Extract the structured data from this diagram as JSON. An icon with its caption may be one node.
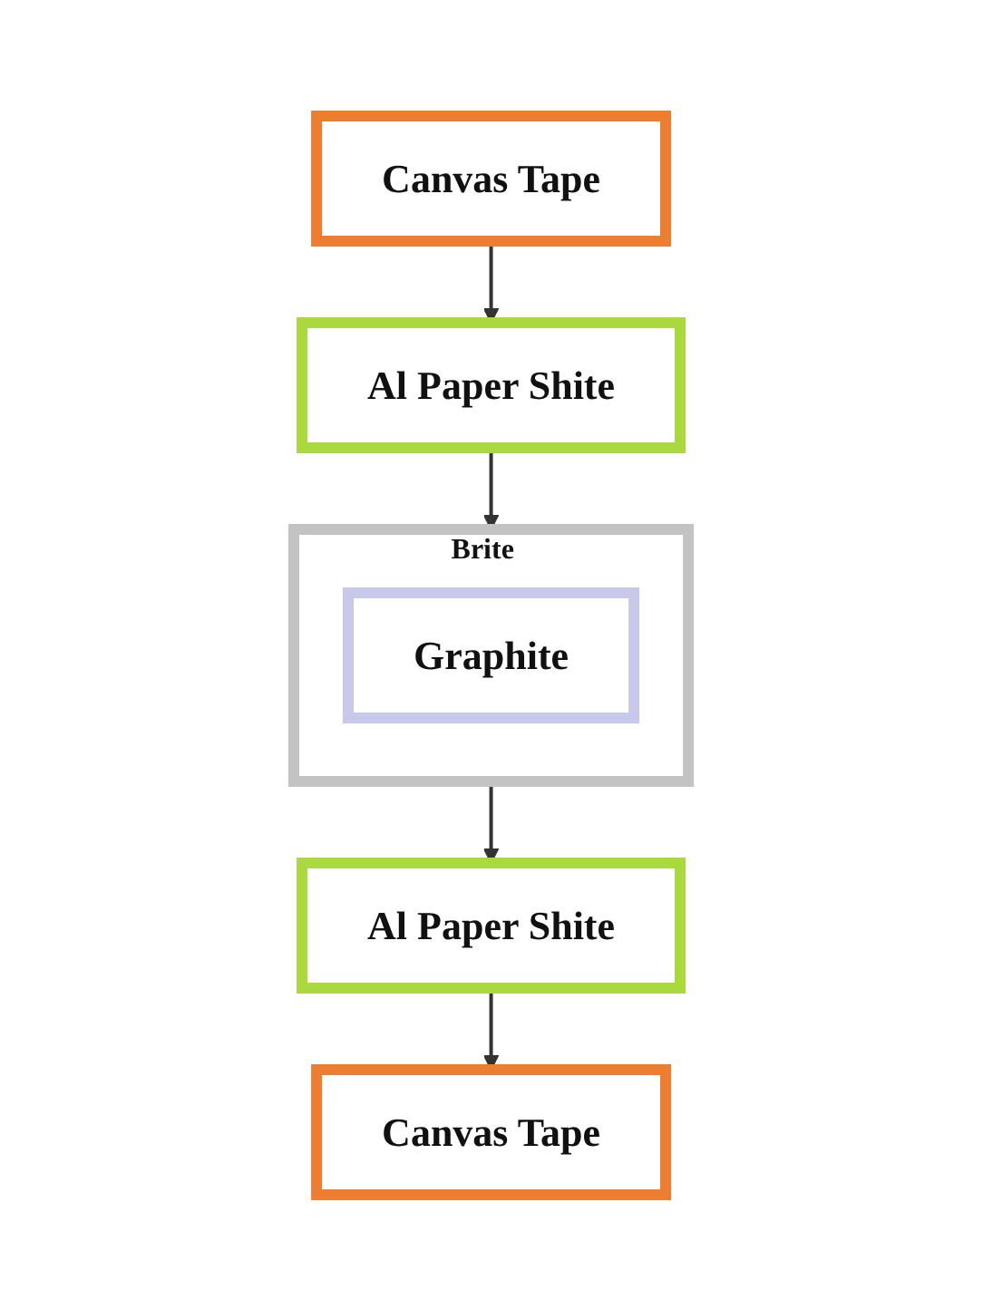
{
  "diagram": {
    "nodes": [
      {
        "text": [
          "Canvas Tape"
        ]
      },
      {
        "text": [
          "Al Paper Shite"
        ]
      },
      {
        "text": [
          "Brite"
        ]
      },
      {
        "text": [
          "Graphite"
        ],
        "in": 2
      },
      {
        "text": [
          "Al Paper Shite"
        ]
      },
      {
        "text": [
          "Canvas Tape"
        ]
      }
    ],
    "edges": [
      {
        "from": 0,
        "to": 1,
        "arrow": "to"
      },
      {
        "from": 1,
        "to": 2,
        "arrow": "to"
      },
      {
        "from": 2,
        "to": 4,
        "arrow": "to"
      },
      {
        "from": 4,
        "to": 5,
        "arrow": "to"
      }
    ]
  }
}
